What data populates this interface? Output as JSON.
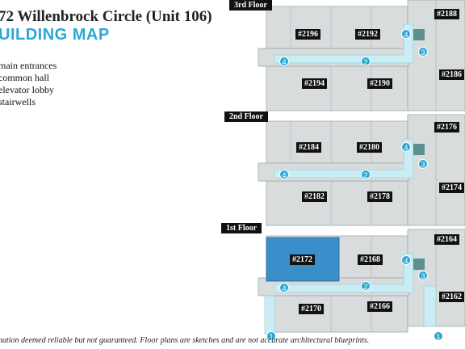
{
  "header": {
    "title": "72 Willenbrock Circle (Unit 106)",
    "subtitle": "UILDING MAP"
  },
  "legend": [
    "main entrances",
    "common hall",
    "elevator lobby",
    "stairwells"
  ],
  "footer": "nation deemed reliable but not guaranteed. Floor plans are sketches and are not accurate architectural blueprints.",
  "floors": [
    {
      "label": "3rd Floor",
      "units": [
        "#2196",
        "#2192",
        "#2188",
        "#2186",
        "#2194",
        "#2190"
      ],
      "badges": [
        "4",
        "2",
        "4",
        "3"
      ]
    },
    {
      "label": "2nd Floor",
      "units": [
        "#2184",
        "#2180",
        "#2176",
        "#2174",
        "#2182",
        "#2178"
      ],
      "badges": [
        "4",
        "2",
        "4",
        "3"
      ]
    },
    {
      "label": "1st Floor",
      "units": [
        "#2172",
        "#2168",
        "#2164",
        "#2162",
        "#2170",
        "#2166"
      ],
      "badges": [
        "4",
        "2",
        "4",
        "3",
        "1",
        "1"
      ]
    }
  ],
  "colors": {
    "hall": "#c9ecf5",
    "highlight": "#3a8fca",
    "badge": "#2aa7d6",
    "building": "#d9dcdc"
  }
}
